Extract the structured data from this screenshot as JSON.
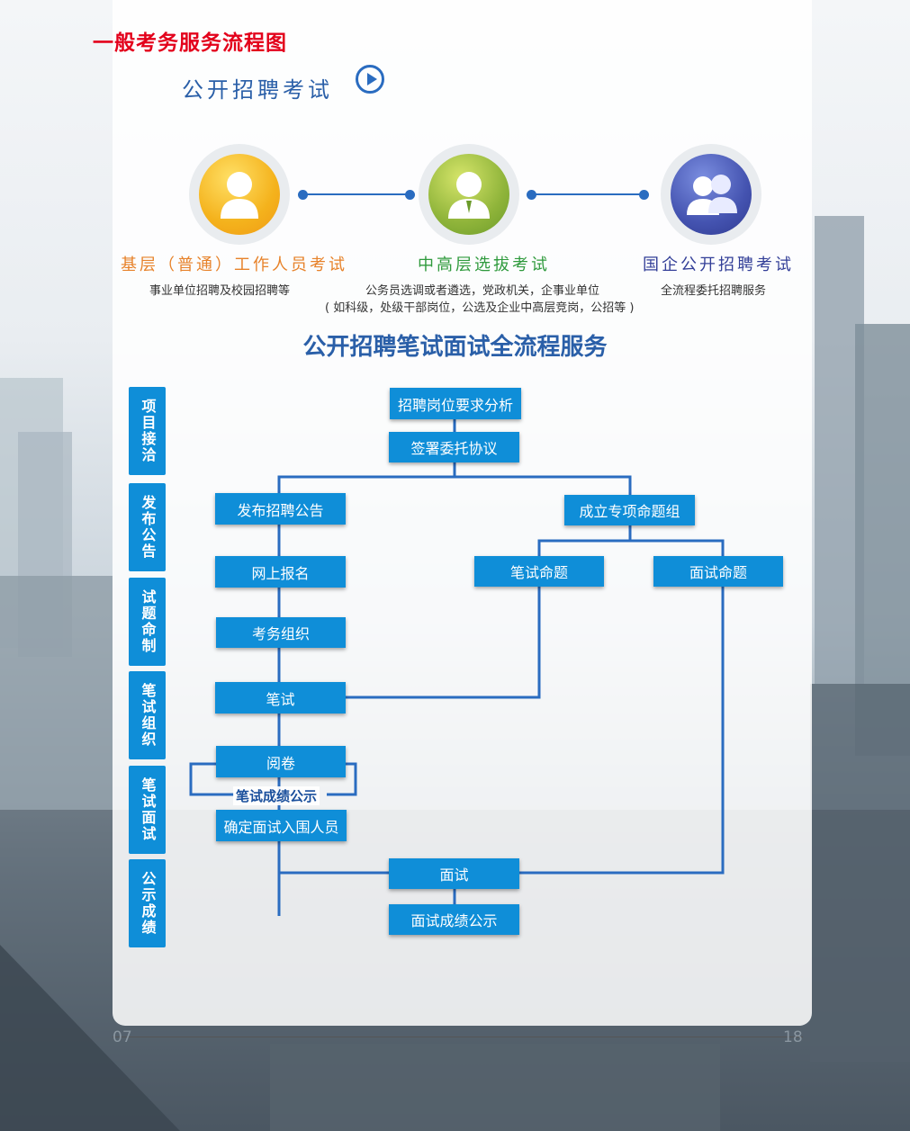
{
  "header": {
    "page_title": "一般考务服务流程图",
    "section_title": "公开招聘考试"
  },
  "categories": [
    {
      "title": "基层（普通）工作人员考试",
      "desc": [
        "事业单位招聘及校园招聘等"
      ],
      "color": "#f0a030",
      "icon": "person-icon"
    },
    {
      "title": "中高层选拔考试",
      "desc": [
        "公务员选调或者遴选，党政机关，企事业单位",
        "( 如科级，处级干部岗位，公选及企业中高层竞岗，公招等 )"
      ],
      "color": "#2f9a3d",
      "icon": "businessman-icon"
    },
    {
      "title": "国企公开招聘考试",
      "desc": [
        "全流程委托招聘服务"
      ],
      "color": "#333f98",
      "icon": "group-icon"
    }
  ],
  "flow": {
    "title": "公开招聘笔试面试全流程服务",
    "stages": [
      "项目接洽",
      "发布公告",
      "试题命制",
      "笔试组织",
      "笔试面试",
      "公示成绩"
    ],
    "boxes": {
      "analysis": "招聘岗位要求分析",
      "agreement": "签署委托协议",
      "publish": "发布招聘公告",
      "topic_group": "成立专项命题组",
      "register": "网上报名",
      "written_topic": "笔试命题",
      "interview_topic": "面试命题",
      "exam_org": "考务组织",
      "written_exam": "笔试",
      "grading": "阅卷",
      "written_result": "笔试成绩公示",
      "confirm": "确定面试入围人员",
      "interview": "面试",
      "interview_result": "面试成绩公示"
    }
  },
  "footer": {
    "page_left": "07",
    "page_right": "18"
  }
}
